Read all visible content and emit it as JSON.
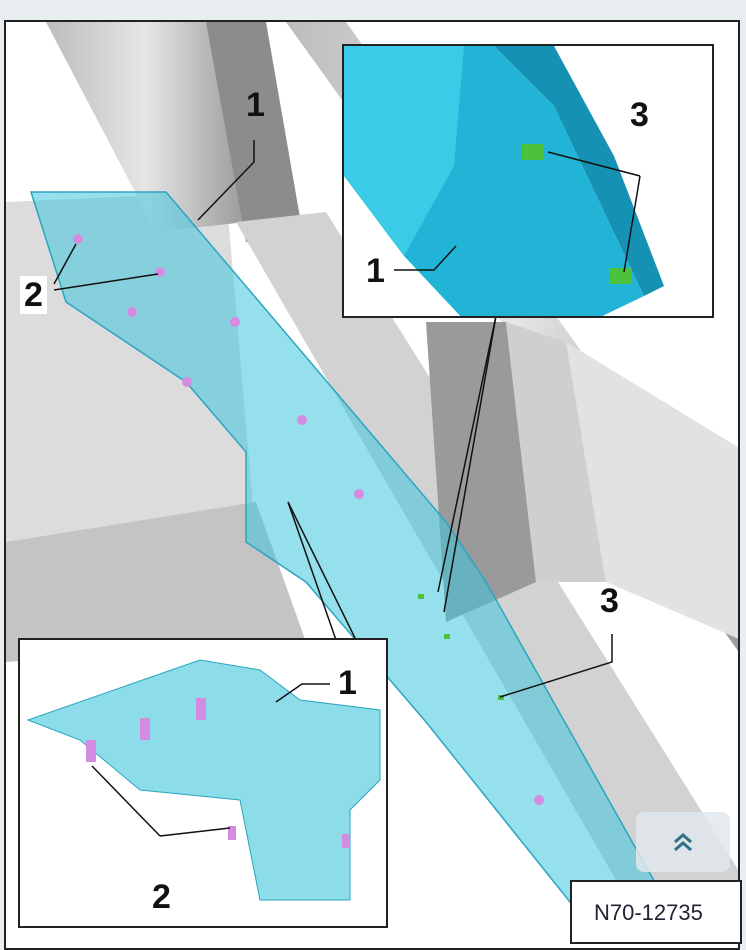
{
  "figure": {
    "callouts": {
      "main_1": "1",
      "main_2": "2",
      "main_3": "3"
    },
    "inset_top": {
      "label_3": "3",
      "label_1": "1"
    },
    "inset_bottom": {
      "label_1": "1",
      "label_2": "2"
    },
    "caption": "N70-12735"
  },
  "colors": {
    "part_highlight": "#3fc4dc",
    "clip_pink": "#d48ce0",
    "clip_green": "#4cc23c",
    "scroll_chevron": "#2f6f85"
  },
  "scroll_top_icon": "double-chevron-up-icon"
}
